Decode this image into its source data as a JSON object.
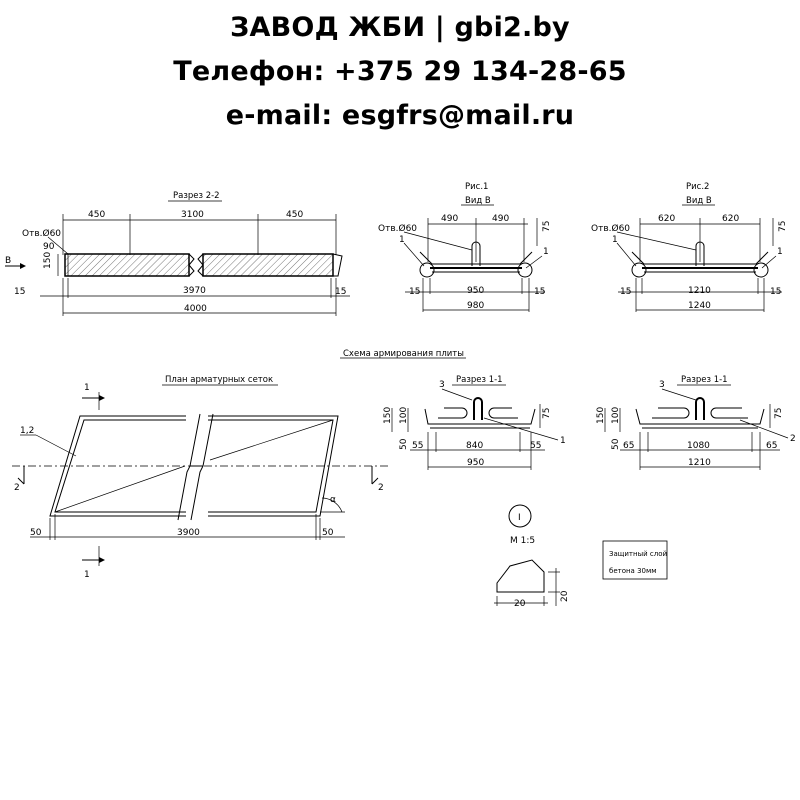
{
  "header": {
    "line1": "ЗАВОД ЖБИ | gbi2.by",
    "line2": "Телефон: +375 29 134-28-65",
    "line3": "e-mail: esgfrs@mail.ru"
  },
  "section22": {
    "title": "Разрез 2-2",
    "hole": "Отв.Ø60",
    "dims_top": [
      "450",
      "3100",
      "450"
    ],
    "d90": "90",
    "d150": "150",
    "arrow_b": "В",
    "d15_left": "15",
    "d3970": "3970",
    "d15_right": "15",
    "d4000": "4000"
  },
  "viewB1": {
    "title": "Вид В",
    "hole": "Отв.Ø60",
    "d490a": "490",
    "d490b": "490",
    "d75": "75",
    "m1a": "1",
    "m1b": "1",
    "d15a": "15",
    "d950": "950",
    "d15b": "15",
    "d980": "980"
  },
  "viewB2": {
    "title": "Вид В",
    "hole": "Отв.Ø60",
    "d620a": "620",
    "d620b": "620",
    "d75": "75",
    "m1a": "1",
    "m1b": "1",
    "d15a": "15",
    "d1210": "1210",
    "d15b": "15",
    "d1240": "1240"
  },
  "scheme_title": "Схема армирования плиты",
  "plan": {
    "title": "План арматурных сеток",
    "cut1_top": "1",
    "cut1_bottom": "1",
    "cut2_left": "2",
    "cut2_right": "2",
    "mark12": "1,2",
    "d50_left": "50",
    "d3900": "3900",
    "d50_right": "50",
    "alpha": "α"
  },
  "sec11a": {
    "title": "Разрез 1-1",
    "mark3": "3",
    "mark1": "1",
    "d150": "150",
    "d100": "100",
    "d75": "75",
    "d50": "50",
    "d55a": "55",
    "d840": "840",
    "d55b": "55",
    "d950": "950"
  },
  "sec11b": {
    "title": "Разрез 1-1",
    "mark3": "3",
    "mark2": "2",
    "d150": "150",
    "d100": "100",
    "d75": "75",
    "d50": "50",
    "d65a": "65",
    "d1080": "1080",
    "d65b": "65",
    "d1210": "1210"
  },
  "detail": {
    "circle_mark": "I",
    "scale": "М 1:5",
    "d20a": "20",
    "d20b": "20"
  },
  "note": {
    "line1": "Защитный слой",
    "line2": "бетона 30мм"
  }
}
